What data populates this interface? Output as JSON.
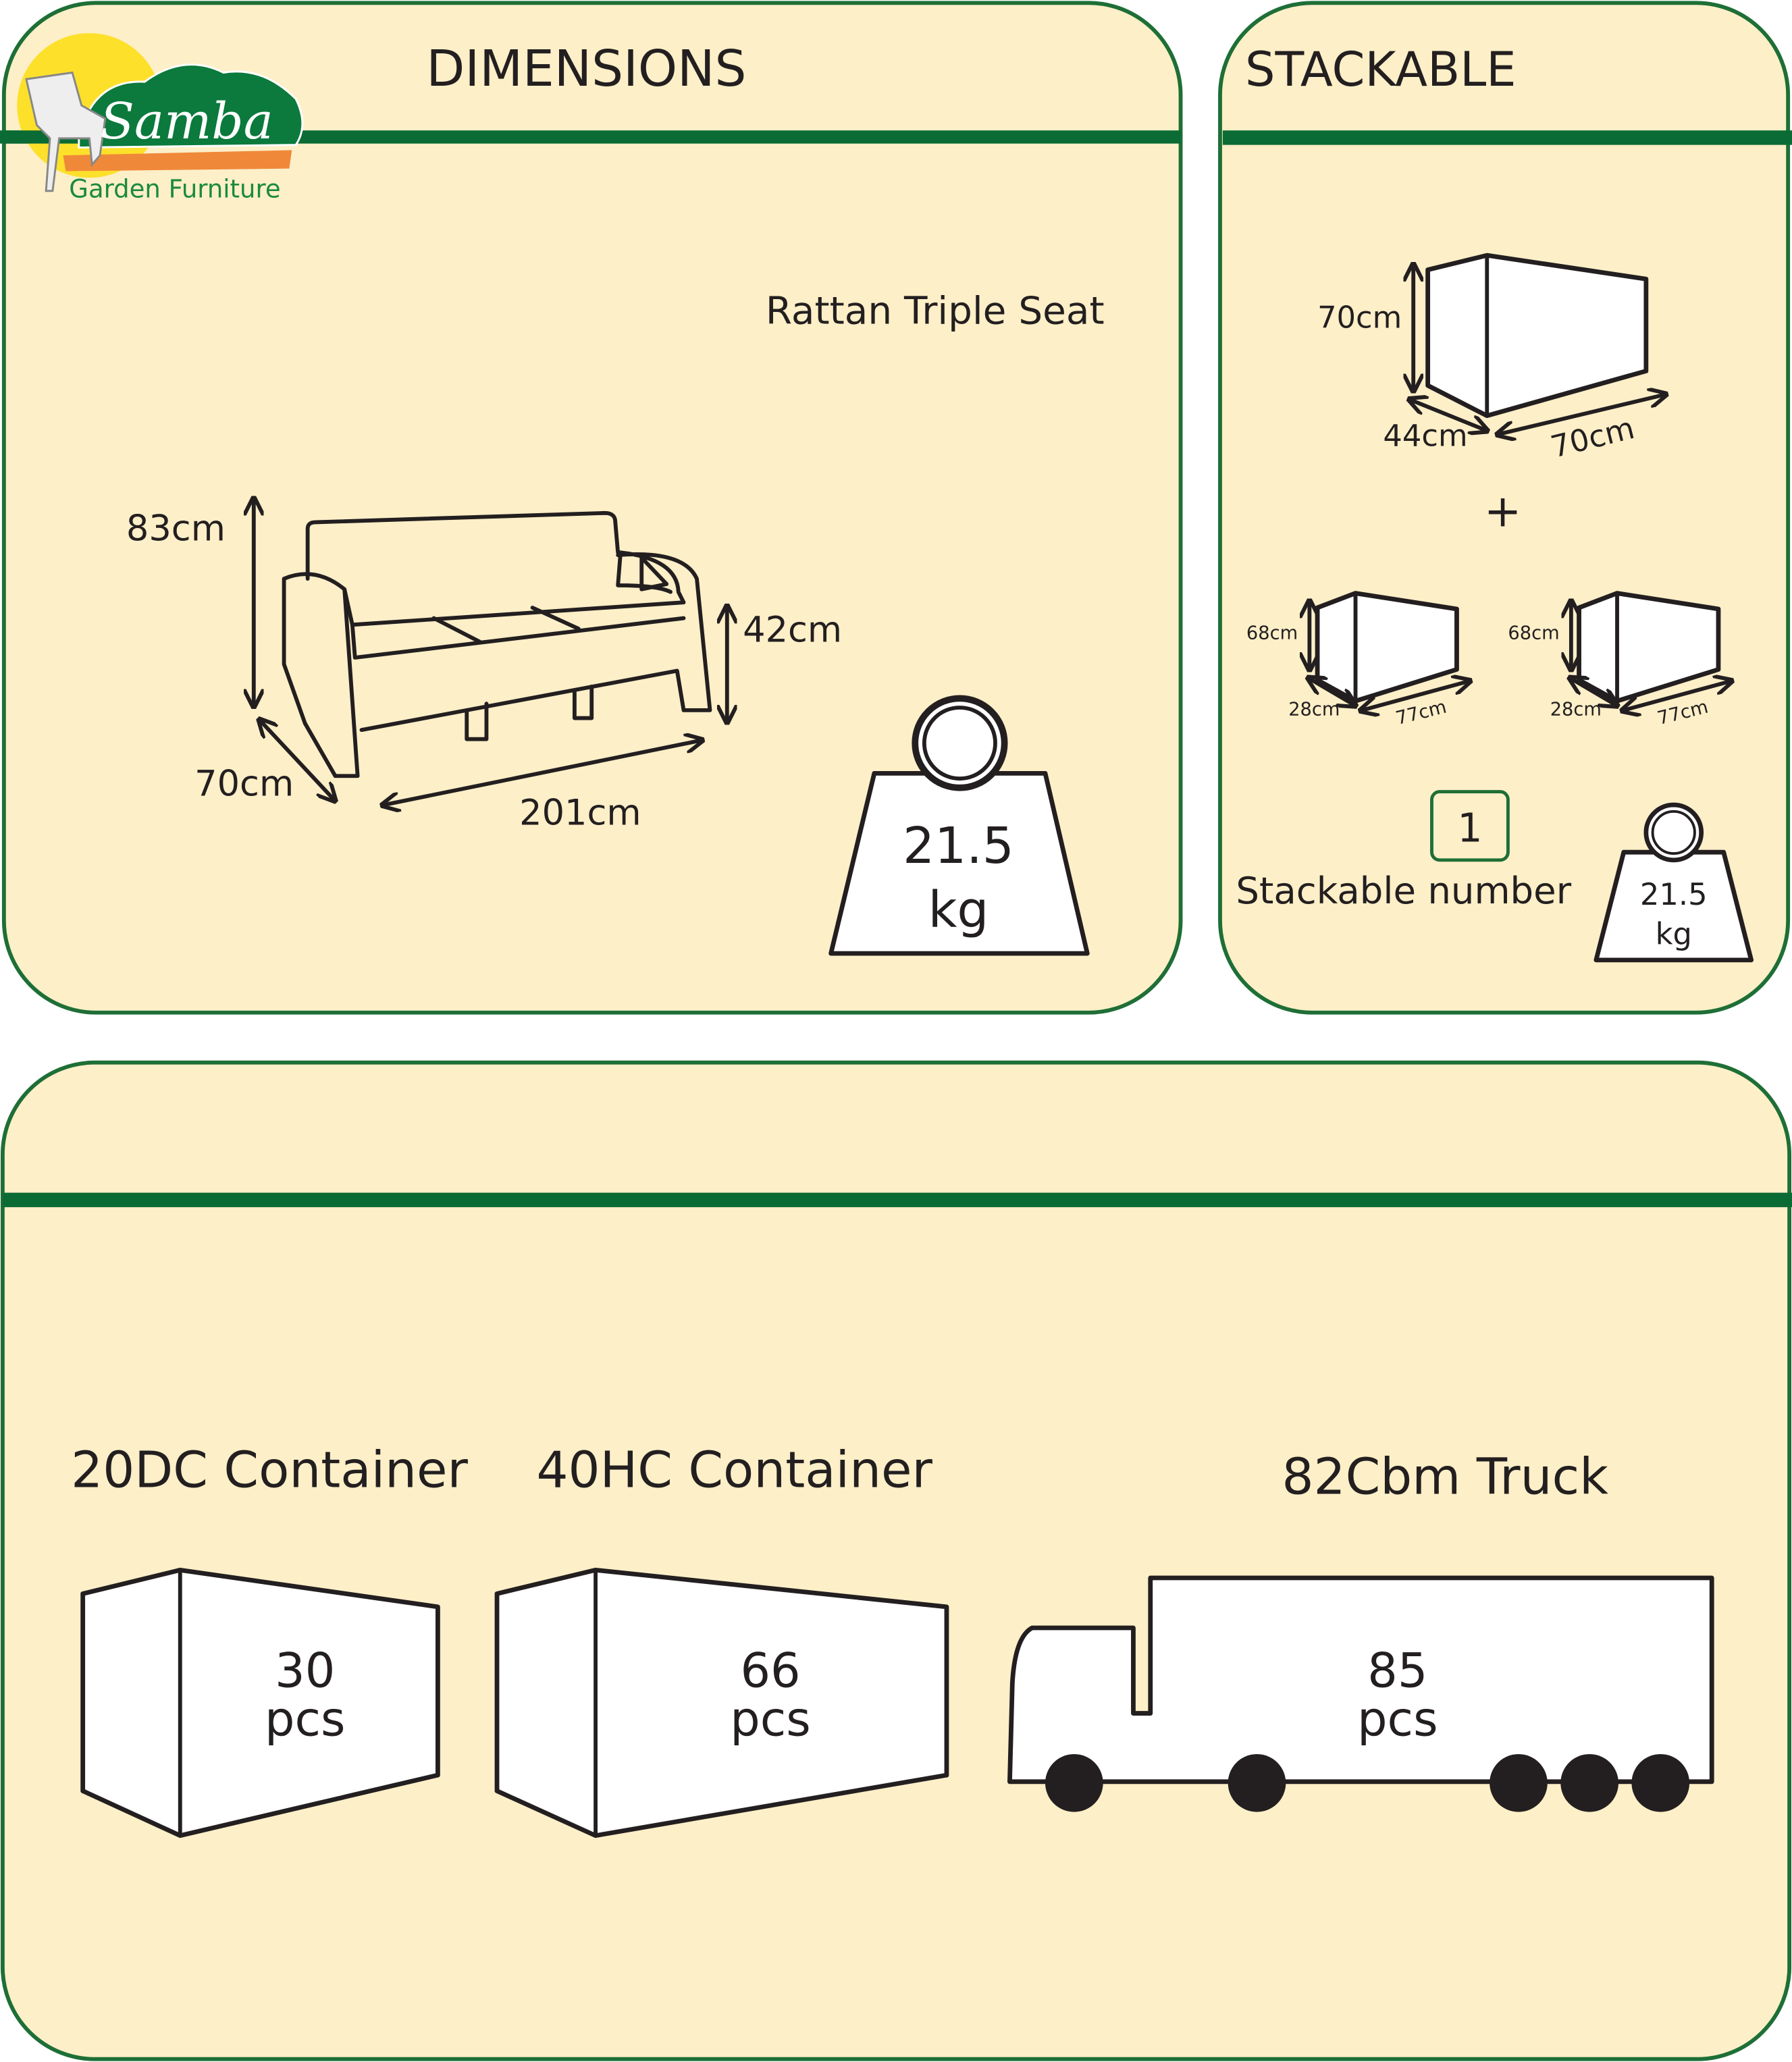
{
  "colors": {
    "background": "#fdefc8",
    "accent_green": "#0b6b35",
    "border_green": "#1e6f36",
    "sun_yellow": "#fde02a",
    "stone_orange": "#f0883a"
  },
  "logo": {
    "brand": "Samba",
    "tagline": "Garden Furniture"
  },
  "dimensions_panel": {
    "title": "DIMENSIONS",
    "product_name": "Rattan Triple Seat",
    "height": "83cm",
    "seat_height": "42cm",
    "depth": "70cm",
    "width": "201cm",
    "weight_value": "21.5",
    "weight_unit": "kg"
  },
  "stackable_panel": {
    "title": "STACKABLE",
    "main_box": {
      "height": "70cm",
      "depth": "44cm",
      "width": "70cm"
    },
    "plus": "+",
    "small_boxes": [
      {
        "height": "68cm",
        "depth": "28cm",
        "width": "77cm"
      },
      {
        "height": "68cm",
        "depth": "28cm",
        "width": "77cm"
      }
    ],
    "stackable_number": "1",
    "stackable_label": "Stackable number",
    "weight_value": "21.5",
    "weight_unit": "kg"
  },
  "loading_panel": {
    "items": [
      {
        "label": "20DC Container",
        "qty": "30",
        "unit": "pcs"
      },
      {
        "label": "40HC Container",
        "qty": "66",
        "unit": "pcs"
      },
      {
        "label": "82Cbm Truck",
        "qty": "85",
        "unit": "pcs"
      }
    ]
  }
}
